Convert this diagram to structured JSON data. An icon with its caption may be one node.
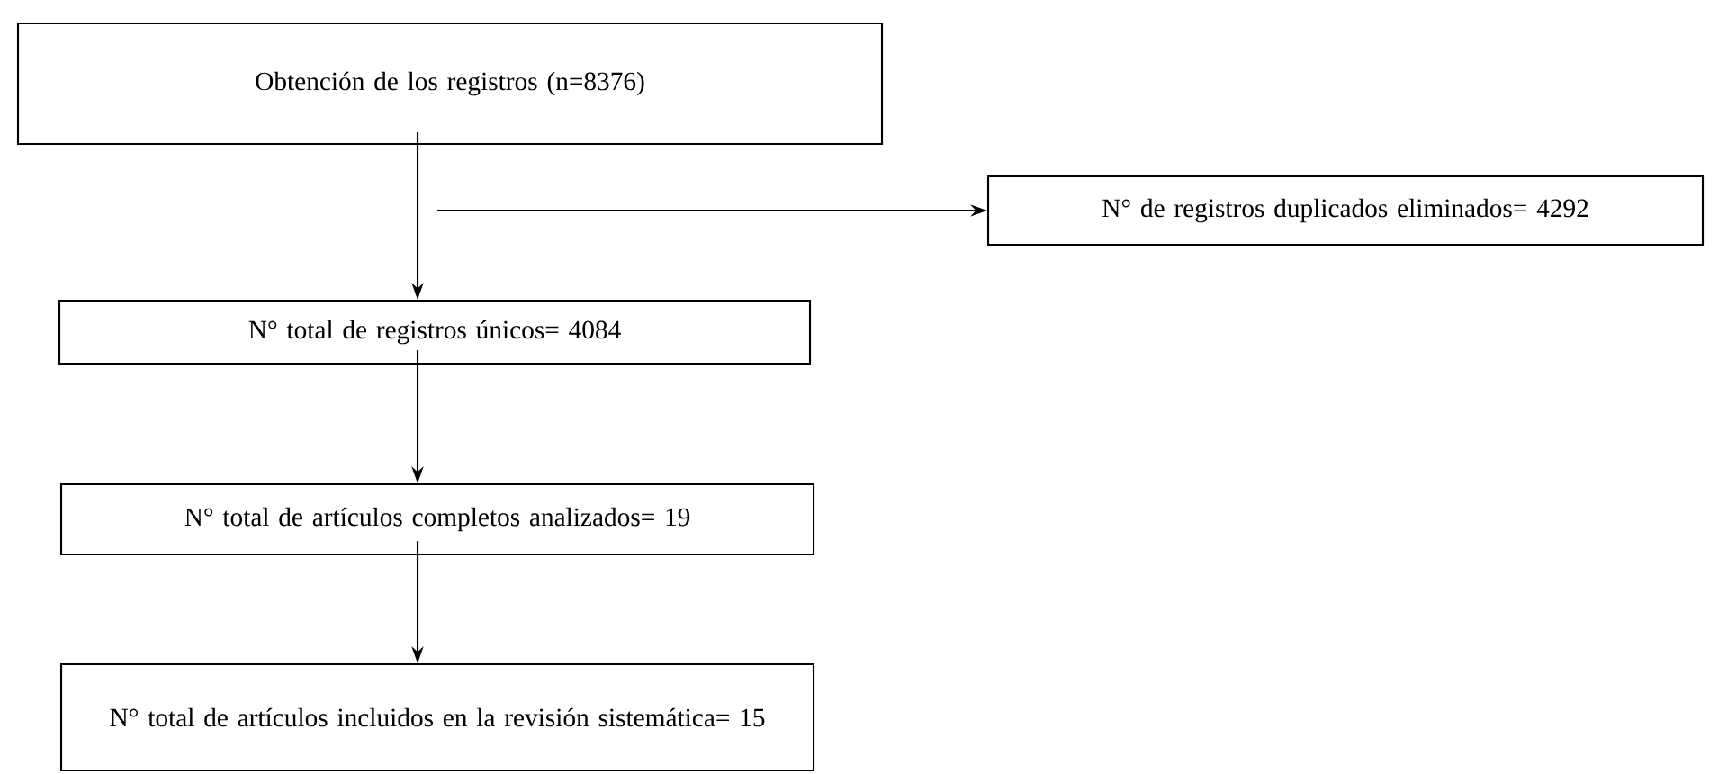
{
  "diagram": {
    "nodes": [
      {
        "text": [
          "Obtención de los registros (n=8376)"
        ]
      },
      {
        "text": [
          "N° de registros duplicados eliminados= 4292"
        ]
      },
      {
        "text": [
          "N° total de registros únicos= 4084"
        ]
      },
      {
        "text": [
          "N° total de artículos completos analizados= 19"
        ]
      },
      {
        "text": [
          "N° total de artículos incluidos en la revisión sistemática= 15"
        ]
      }
    ],
    "edges": [
      {
        "from": 0,
        "to": 2,
        "arrow": "to"
      },
      {
        "from": null,
        "to": 1,
        "arrow": "to"
      },
      {
        "from": 2,
        "to": 3,
        "arrow": "to"
      },
      {
        "from": 3,
        "to": 4,
        "arrow": "to"
      }
    ]
  }
}
